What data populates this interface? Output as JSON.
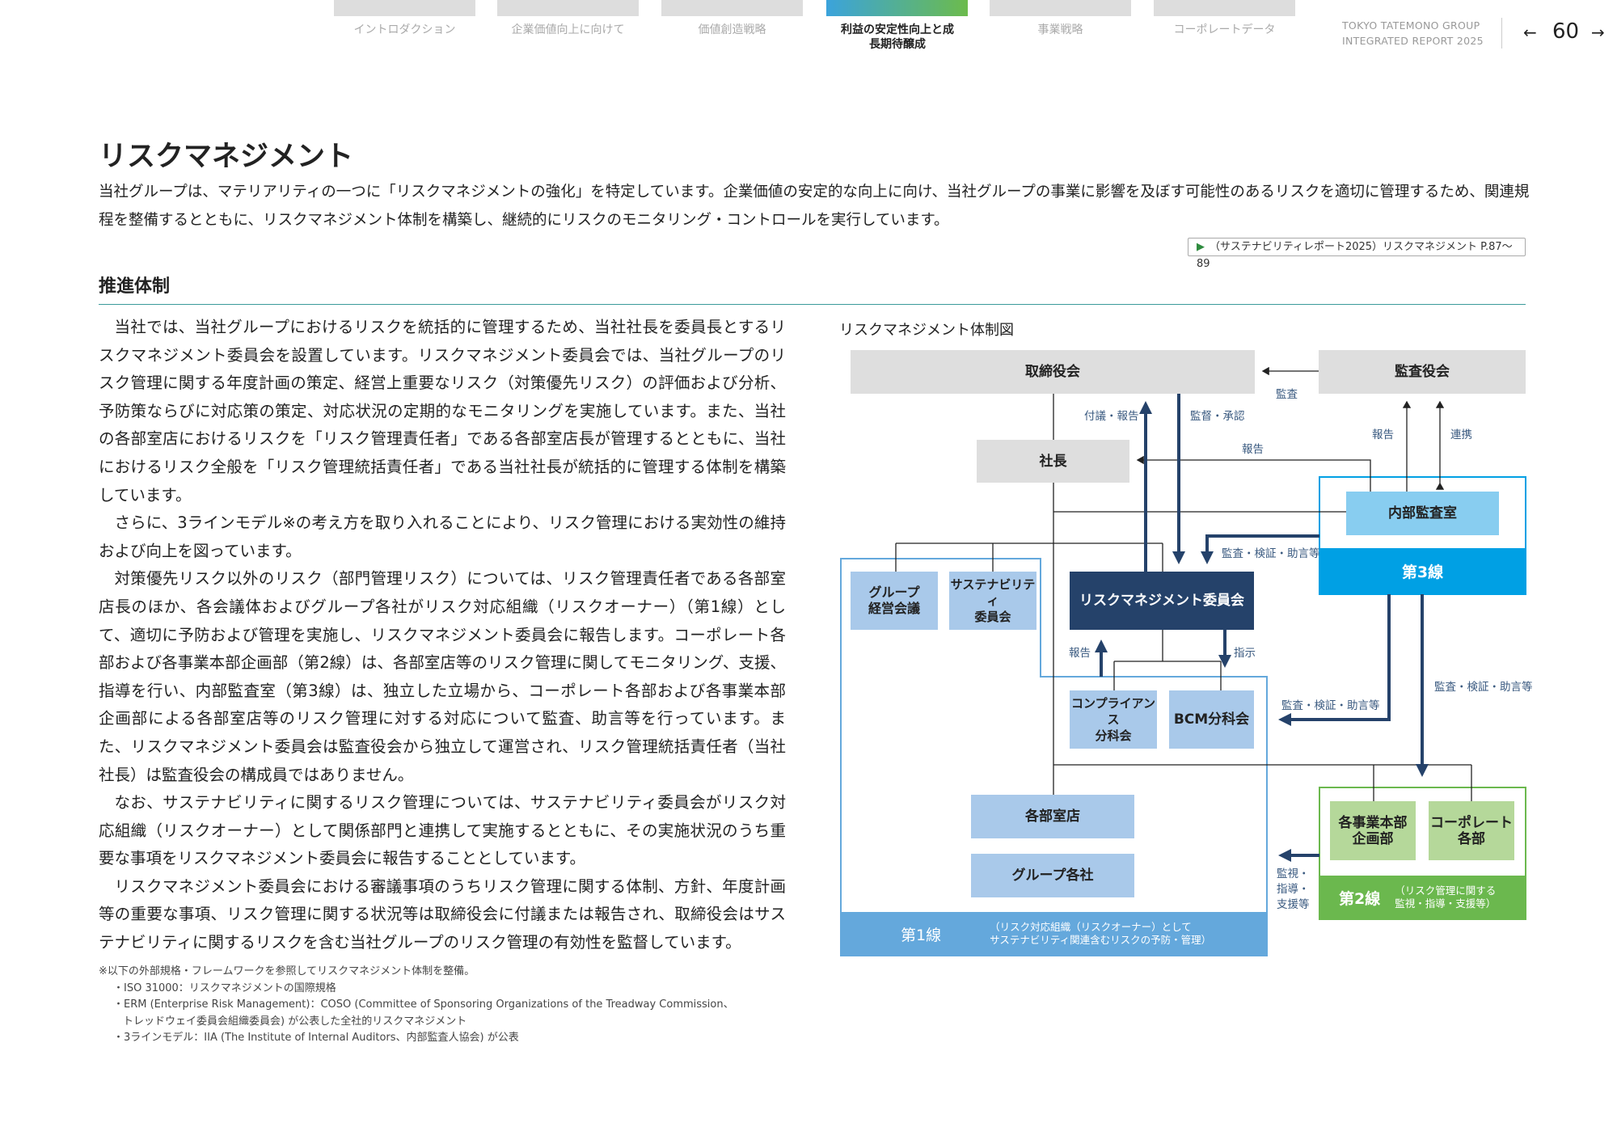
{
  "nav": {
    "tabs": [
      "イントロダクション",
      "企業価値向上に向けて",
      "価値創造戦略",
      "利益の安定性向上と成長期待醸成",
      "事業戦略",
      "コーポレートデータ"
    ],
    "active_index": 3,
    "brand_line1": "TOKYO TATEMONO GROUP",
    "brand_line2": "INTEGRATED REPORT 2025",
    "prev": "←",
    "page": "60",
    "next": "→"
  },
  "title": "リスクマネジメント",
  "intro": "当社グループは、マテリアリティの一つに「リスクマネジメントの強化」を特定しています。企業価値の安定的な向上に向け、当社グループの事業に影響を及ぼす可能性のあるリスクを適切に管理するため、関連規程を整備するとともに、リスクマネジメント体制を構築し、継続的にリスクのモニタリング・コントロールを実行しています。",
  "link": "（サステナビリティレポート2025）リスクマネジメント P.87～89",
  "section": "推進体制",
  "paragraphs": [
    "当社では、当社グループにおけるリスクを統括的に管理するため、当社社長を委員長とするリスクマネジメント委員会を設置しています。リスクマネジメント委員会では、当社グループのリスク管理に関する年度計画の策定、経営上重要なリスク（対策優先リスク）の評価および分析、予防策ならびに対応策の策定、対応状況の定期的なモニタリングを実施しています。また、当社の各部室店におけるリスクを「リスク管理責任者」である各部室店長が管理するとともに、当社におけるリスク全般を「リスク管理統括責任者」である当社社長が統括的に管理する体制を構築しています。",
    "さらに、3ラインモデル※の考え方を取り入れることにより、リスク管理における実効性の維持および向上を図っています。",
    "対策優先リスク以外のリスク（部門管理リスク）については、リスク管理責任者である各部室店長のほか、各会議体およびグループ各社がリスク対応組織（リスクオーナー）（第1線）として、適切に予防および管理を実施し、リスクマネジメント委員会に報告します。コーポレート各部および各事業本部企画部（第2線）は、各部室店等のリスク管理に関してモニタリング、支援、指導を行い、内部監査室（第3線）は、独立した立場から、コーポレート各部および各事業本部企画部による各部室店等のリスク管理に対する対応について監査、助言等を行っています。また、リスクマネジメント委員会は監査役会から独立して運営され、リスク管理統括責任者（当社社長）は監査役会の構成員ではありません。",
    "なお、サステナビリティに関するリスク管理については、サステナビリティ委員会がリスク対応組織（リスクオーナー）として関係部門と連携して実施するとともに、その実施状況のうち重要な事項をリスクマネジメント委員会に報告することとしています。",
    "リスクマネジメント委員会における審議事項のうちリスク管理に関する体制、方針、年度計画等の重要な事項、リスク管理に関する状況等は取締役会に付議または報告され、取締役会はサステナビリティに関するリスクを含む当社グループのリスク管理の有効性を監督しています。"
  ],
  "notes": [
    "※以下の外部規格・フレームワークを参照してリスクマネジメント体制を整備。",
    "・ISO 31000：リスクマネジメントの国際規格",
    "・ERM (Enterprise Risk Management)：COSO (Committee of Sponsoring Organizations of the Treadway Commission、",
    "トレッドウェイ委員会組織委員会) が公表した全社的リスクマネジメント",
    "・3ラインモデル：IIA (The Institute of Internal Auditors、内部監査人協会) が公表"
  ],
  "diagram": {
    "title": "リスクマネジメント体制図",
    "boxes": {
      "board": "取締役会",
      "auditors": "監査役会",
      "president": "社長",
      "internal_audit": "内部監査室",
      "group_mgmt": "グループ\n経営会議",
      "sustainability": "サステナビリティ\n委員会",
      "rm_committee": "リスクマネジメント委員会",
      "compliance": "コンプライアンス\n分科会",
      "bcm": "BCM分科会",
      "departments": "各部室店",
      "group_companies": "グループ各社",
      "business_planning": "各事業本部\n企画部",
      "corporate": "コーポレート\n各部"
    },
    "lines": {
      "line1": "第1線",
      "line1_desc": "（リスク対応組織（リスクオーナー）として\nサステナビリティ関連含むリスクの予防・管理）",
      "line2": "第2線",
      "line2_desc": "（リスク管理に関する\n監視・指導・支援等）",
      "line3": "第3線"
    },
    "labels": {
      "audit": "監査",
      "propose_report": "付議・報告",
      "supervise_approve": "監督・承認",
      "report_president": "報告",
      "report_auditors": "報告",
      "cooperate": "連携",
      "audit_verify_rm": "監査・検証・助言等",
      "report_rm": "報告",
      "instruct": "指示",
      "audit_verify_sub": "監査・検証・助言等",
      "audit_verify_l2": "監査・検証・助言等",
      "monitor": "監視・\n指導・\n支援等"
    },
    "colors": {
      "navy": "#25426a",
      "line1": "#64a8dc",
      "line2": "#6bb84e",
      "line3": "#00a0e4"
    }
  }
}
